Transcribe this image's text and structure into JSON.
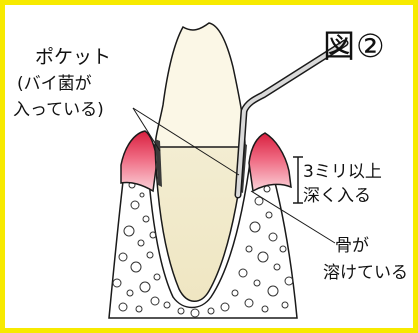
{
  "figure_label": "図②",
  "pocket_label": {
    "line1": "ポケット",
    "line2": "(バイ菌が",
    "line3": "入っている)"
  },
  "depth_label": {
    "line1": "3ミリ以上",
    "line2": "深く入る"
  },
  "bone_label": {
    "line1": "骨が",
    "line2": "溶けている"
  },
  "colors": {
    "frame": "#f7ea00",
    "gum": "#e8445f",
    "gum_light": "#f8c3cc",
    "tooth": "#fbf7e6",
    "root": "#f3edd2",
    "bone": "#ffffff",
    "outline": "#1a1a1a"
  },
  "icons": [
    "periodontal-probe-icon"
  ]
}
